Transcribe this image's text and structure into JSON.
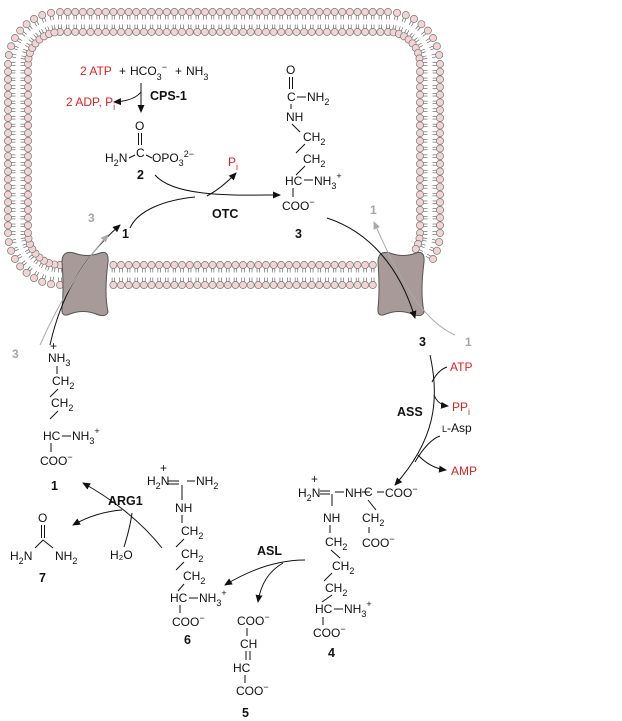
{
  "cofactors": {
    "atp2": "2 ATP",
    "hco3": "HCO",
    "nh3": "NH",
    "adp": "2 ADP, P",
    "pi": "P",
    "atp": "ATP",
    "ppi": "PP",
    "asp": "L-Asp",
    "amp": "AMP",
    "h2o": "H₂O"
  },
  "enzymes": {
    "cps1": "CPS-1",
    "otc": "OTC",
    "ass": "ASS",
    "asl": "ASL",
    "arg1": "ARG1"
  },
  "compounds": {
    "c1": "1",
    "c2": "2",
    "c3": "3",
    "c4": "4",
    "c5": "5",
    "c6": "6",
    "c7": "7"
  },
  "colors": {
    "membrane_head": "#f3d3d3",
    "membrane_head_stroke": "#777777",
    "transporter": "#a79a98",
    "cofactor_red": "#e02020",
    "grey_label": "#a6a6a6"
  }
}
